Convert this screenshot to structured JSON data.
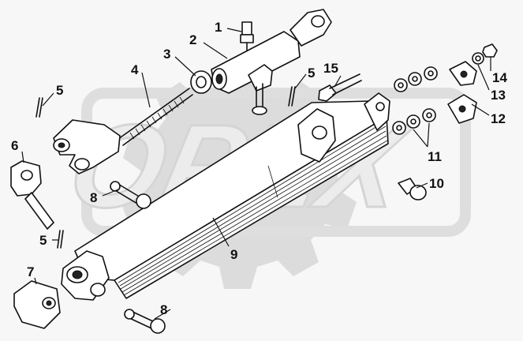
{
  "watermark": {
    "text": "OPEX",
    "gear_color": "#d9d9d9",
    "text_color": "#e3e3e3"
  },
  "callouts": [
    {
      "id": "1",
      "label": "1"
    },
    {
      "id": "2",
      "label": "2"
    },
    {
      "id": "3",
      "label": "3"
    },
    {
      "id": "4",
      "label": "4"
    },
    {
      "id": "5a",
      "label": "5"
    },
    {
      "id": "5b",
      "label": "5"
    },
    {
      "id": "5c",
      "label": "5"
    },
    {
      "id": "6",
      "label": "6"
    },
    {
      "id": "7",
      "label": "7"
    },
    {
      "id": "8a",
      "label": "8"
    },
    {
      "id": "8b",
      "label": "8"
    },
    {
      "id": "9",
      "label": "9"
    },
    {
      "id": "10",
      "label": "10"
    },
    {
      "id": "11",
      "label": "11"
    },
    {
      "id": "12",
      "label": "12"
    },
    {
      "id": "13",
      "label": "13"
    },
    {
      "id": "14",
      "label": "14"
    },
    {
      "id": "15",
      "label": "15"
    }
  ]
}
